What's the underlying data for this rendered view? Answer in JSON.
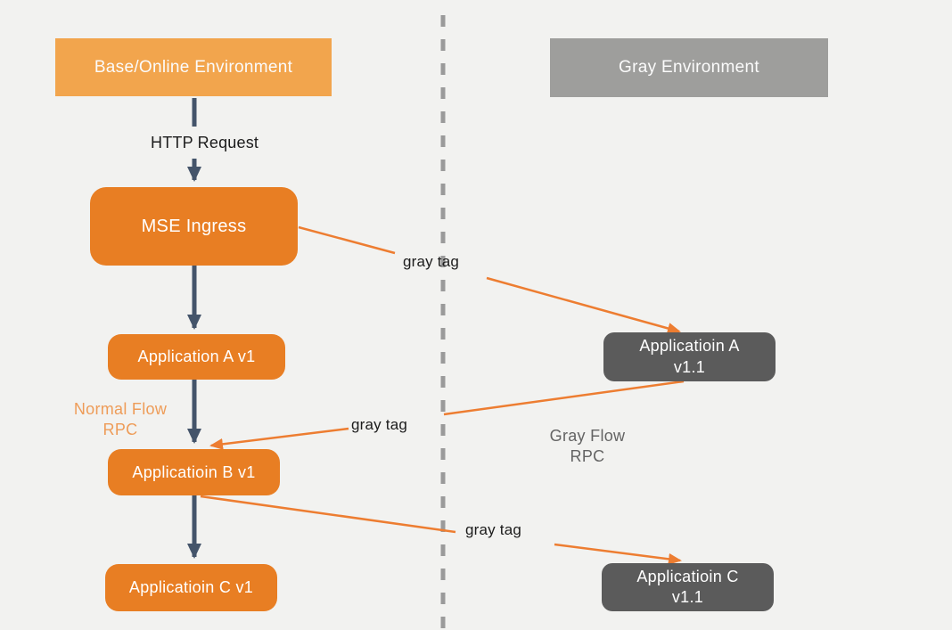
{
  "colors": {
    "background": "#f2f2f0",
    "base_header": "#f2a54d",
    "gray_header": "#9e9e9c",
    "orange_node": "#e87e23",
    "dark_node": "#5b5b5b",
    "dark_arrow": "#44546a",
    "orange_arrow": "#ed7d31",
    "divider": "#9a9a9a",
    "normal_flow_text": "#ee9c58",
    "gray_flow_text": "#646464"
  },
  "environments": {
    "base": {
      "label": "Base/Online Environment"
    },
    "gray": {
      "label": "Gray Environment"
    }
  },
  "nodes": {
    "mse_ingress": {
      "label": "MSE Ingress"
    },
    "app_a_v1": {
      "label": "Application A v1"
    },
    "app_b_v1": {
      "label": "Applicatioin B v1"
    },
    "app_c_v1": {
      "label": "Applicatioin C v1"
    },
    "app_a_v11": {
      "line1": "Applicatioin A",
      "line2": "v1.1"
    },
    "app_c_v11": {
      "line1": "Applicatioin C",
      "line2": "v1.1"
    }
  },
  "labels": {
    "http_request": "HTTP Request",
    "gray_tag_1": "gray tag",
    "gray_tag_2": "gray tag",
    "gray_tag_3": "gray tag",
    "normal_flow": {
      "line1": "Normal Flow",
      "line2": "RPC"
    },
    "gray_flow": {
      "line1": "Gray Flow",
      "line2": "RPC"
    }
  },
  "edges": [
    {
      "from": "Base/Online Environment",
      "to": "MSE Ingress",
      "label": "HTTP Request",
      "type": "dark-arrow"
    },
    {
      "from": "MSE Ingress",
      "to": "Application A v1",
      "type": "dark-arrow"
    },
    {
      "from": "Application A v1",
      "to": "Applicatioin B v1",
      "type": "dark-arrow"
    },
    {
      "from": "Applicatioin B v1",
      "to": "Applicatioin C v1",
      "type": "dark-arrow"
    },
    {
      "from": "MSE Ingress",
      "to": "Applicatioin A v1.1",
      "label": "gray tag",
      "type": "orange-arrow"
    },
    {
      "from": "Applicatioin A v1.1",
      "to": "Applicatioin B v1",
      "label": "gray tag",
      "type": "orange-arrow"
    },
    {
      "from": "Applicatioin B v1",
      "to": "Applicatioin C v1.1",
      "label": "gray tag",
      "type": "orange-arrow"
    }
  ]
}
